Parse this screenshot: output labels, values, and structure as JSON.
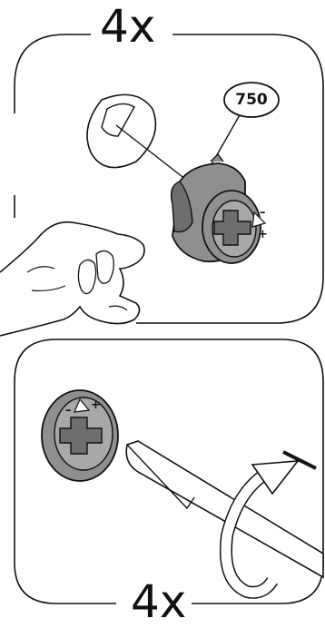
{
  "panels": {
    "top": {
      "quantity": "4x",
      "part_number": "750",
      "cam_signs": {
        "minus": "–",
        "plus": "+"
      }
    },
    "bottom": {
      "quantity": "4x",
      "cam_signs": {
        "minus": "–",
        "plus": "+"
      }
    }
  },
  "colors": {
    "line": "#111111",
    "part_fill": "#8f8f8f",
    "part_dark": "#6e6e6e",
    "part_light": "#bdbdbd",
    "background": "#ffffff"
  },
  "icons": [
    "cam-lock-fitting-icon",
    "hand-icon",
    "screwdriver-icon",
    "rotate-clockwise-arrow-icon",
    "hole-icon"
  ]
}
